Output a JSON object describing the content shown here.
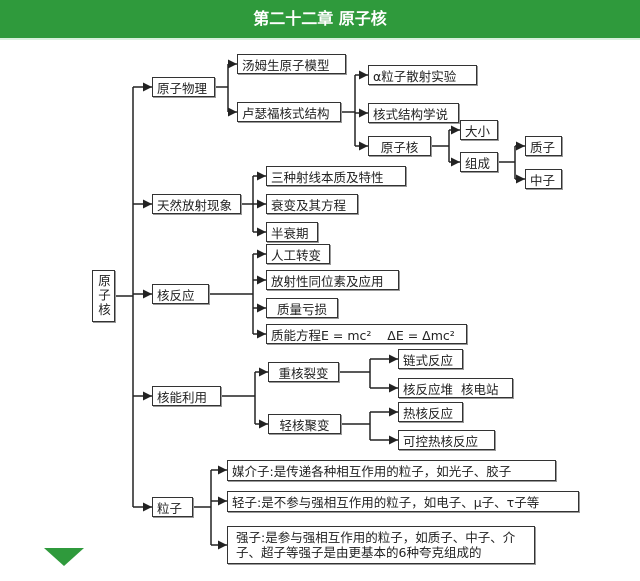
{
  "header": {
    "title": "第二十二章  原子核"
  },
  "root": "原子核",
  "level1": {
    "atomic_physics": "原子物理",
    "natural_radiation": "天然放射现象",
    "nuclear_reaction": "核反应",
    "nuclear_energy": "核能利用",
    "particles": "粒子"
  },
  "atomic_physics": {
    "thomson": "汤姆生原子模型",
    "rutherford": "卢瑟福核式结构",
    "alpha_scattering": "α粒子散射实验",
    "nuclear_model": "核式结构学说",
    "nucleus": "原子核",
    "size": "大小",
    "composition": "组成",
    "proton": "质子",
    "neutron": "中子"
  },
  "natural_radiation": {
    "rays": "三种射线本质及特性",
    "decay": "衰变及其方程",
    "half_life": "半衰期"
  },
  "nuclear_reaction": {
    "artificial": "人工转变",
    "isotopes": "放射性同位素及应用",
    "mass_defect": "质量亏损",
    "mass_energy": "质能方程E = mc²    ΔE = Δmc²"
  },
  "nuclear_energy": {
    "fission": "重核裂变",
    "fusion": "轻核聚变",
    "chain": "链式反应",
    "reactor": "核反应堆  核电站",
    "thermonuclear": "热核反应",
    "controlled": "可控热核反应"
  },
  "particles": {
    "mediator": "媒介子:是传递各种相互作用的粒子，如光子、胶子",
    "lepton": "轻子:是不参与强相互作用的粒子，如电子、μ子、τ子等",
    "hadron": "强子:是参与强相互作用的粒子，如质子、中子、介子、超子等强子是由更基本的6种夸克组成的"
  },
  "colors": {
    "header": "#2f9a3c"
  }
}
